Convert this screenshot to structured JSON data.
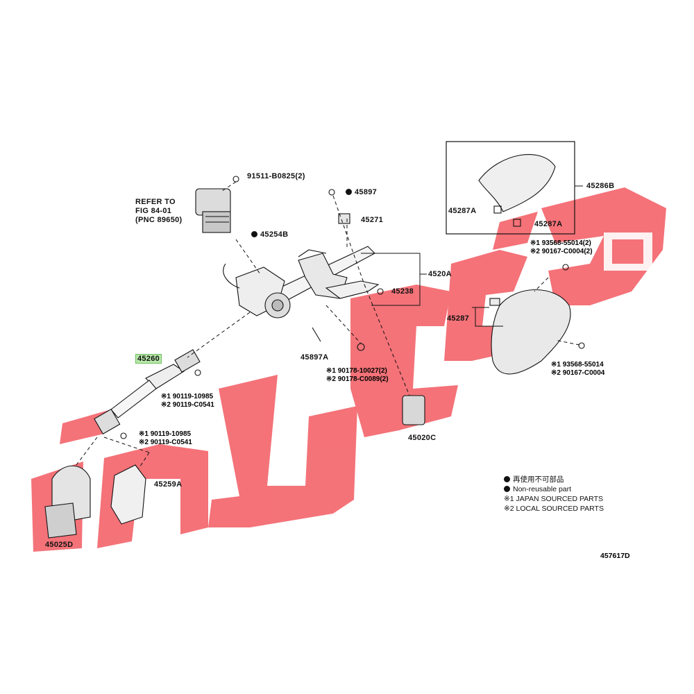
{
  "watermark": {
    "color": "#f2545b"
  },
  "callouts": {
    "c91511": "91511-B0825(2)",
    "ref1": "REFER TO",
    "ref2": "FIG 84-01",
    "ref3": "(PNC 89650)",
    "c45897": "45897",
    "c45271": "45271",
    "c45254B": "45254B",
    "c4520A": "4520A",
    "c45238": "45238",
    "c45897A": "45897A",
    "c45260": "45260",
    "c45287": "45287",
    "c45286B": "45286B",
    "c45287A_1": "45287A",
    "c45287A_2": "45287A",
    "c45020C": "45020C",
    "c45259A": "45259A",
    "c45025D": "45025D"
  },
  "stacks": {
    "s1a": "※1 93568-55014(2)",
    "s1b": "※2 90167-C0004(2)",
    "s2a": "※1 93568-55014",
    "s2b": "※2 90167-C0004",
    "s3a": "※1 90178-10027(2)",
    "s3b": "※2 90178-C0089(2)",
    "s4a": "※1 90119-10985",
    "s4b": "※2 90119-C0541",
    "s5a": "※1 90119-10985",
    "s5b": "※2 90119-C0541"
  },
  "legend": {
    "l1": "再使用不可部品",
    "l2": "Non-reusable part",
    "l3": "※1 JAPAN SOURCED PARTS",
    "l4": "※2 LOCAL SOURCED PARTS"
  },
  "refcode": "457617D"
}
